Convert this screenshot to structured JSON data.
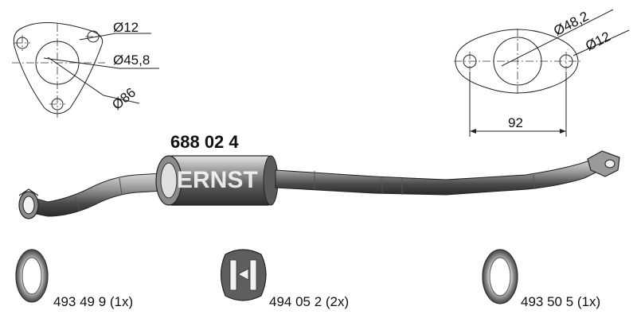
{
  "left_flange": {
    "hole_diameter": "Ø12",
    "inner_diameter": "Ø45,8",
    "bolt_circle": "Ø86"
  },
  "right_flange": {
    "inner_diameter": "Ø48,2",
    "hole_diameter": "Ø12",
    "hole_spacing": "92"
  },
  "main_part": {
    "part_number": "688 02 4",
    "brand": "ERNST"
  },
  "accessories": [
    {
      "label": "493 49 9 (1x)",
      "type": "gasket-ring"
    },
    {
      "label": "494 05 2 (2x)",
      "type": "rubber-hanger"
    },
    {
      "label": "493 50 5 (1x)",
      "type": "gasket-ring"
    }
  ]
}
